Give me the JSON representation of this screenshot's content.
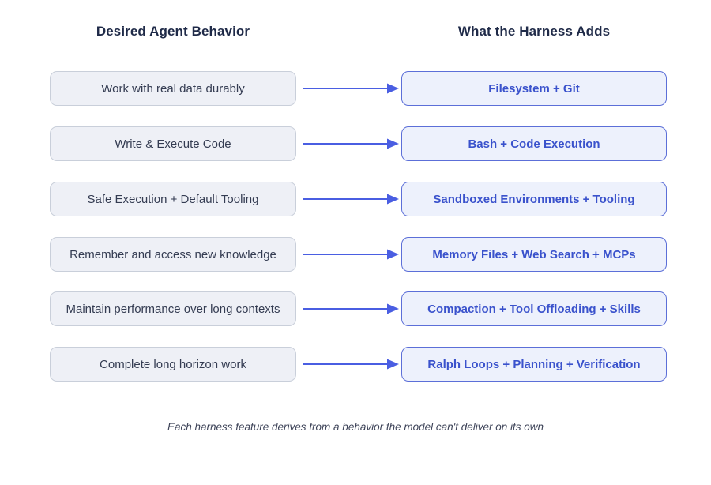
{
  "columns": {
    "left_title": "Desired Agent Behavior",
    "right_title": "What the Harness Adds"
  },
  "rows": [
    {
      "behavior": "Work with real data durably",
      "harness": "Filesystem + Git"
    },
    {
      "behavior": "Write & Execute Code",
      "harness": "Bash + Code Execution"
    },
    {
      "behavior": "Safe Execution + Default Tooling",
      "harness": "Sandboxed Environments + Tooling"
    },
    {
      "behavior": "Remember and access new knowledge",
      "harness": "Memory Files + Web Search + MCPs"
    },
    {
      "behavior": "Maintain performance over long contexts",
      "harness": "Compaction + Tool Offloading + Skills"
    },
    {
      "behavior": "Complete long horizon work",
      "harness": "Ralph Loops + Planning + Verification"
    }
  ],
  "caption": "Each harness feature derives from a behavior the model can't deliver on its own",
  "colors": {
    "header_text": "#1f2a48",
    "left_box_bg": "#eef0f6",
    "left_box_border": "#c9cfda",
    "left_box_text": "#343c52",
    "right_box_bg": "#edf1fc",
    "right_box_border": "#5c6fd8",
    "right_box_text": "#3a52cc",
    "arrow_color": "#4a5ee2",
    "caption_text": "#3e4459",
    "canvas_bg": "#ffffff"
  }
}
